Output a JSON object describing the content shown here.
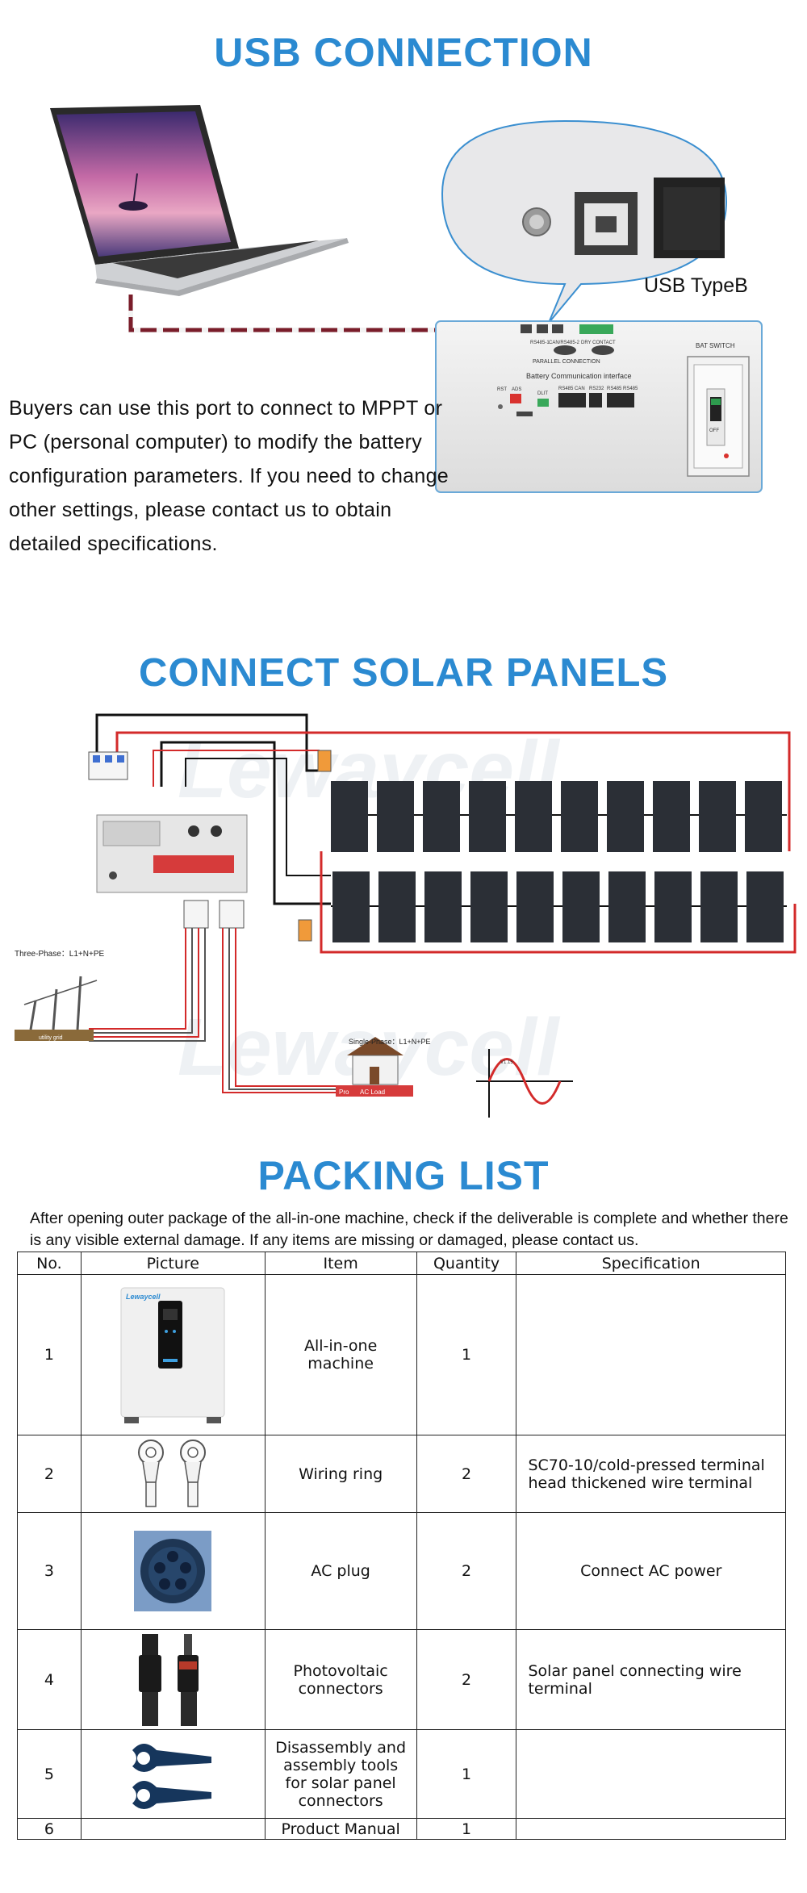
{
  "usb": {
    "title": "USB CONNECTION",
    "port_label": "USB TypeB",
    "description": "Buyers can use this port to connect to MPPT or PC (personal computer) to modify the battery configuration parameters. If you need to change other settings, please contact us to obtain detailed specifications.",
    "panel": {
      "bat_switch": "BAT SWITCH",
      "parallel_connection": "PARALLEL CONNECTION",
      "interface_title": "Battery  Communication interface",
      "port_labels": [
        "RS485-1",
        "CAN/RS485-2",
        "DRY CONTACT"
      ],
      "lower_labels": [
        "RST",
        "ADS",
        "DLIT",
        "RS485  CAN",
        "RS232",
        "RS485 RS485"
      ],
      "switch_state": "OFF"
    }
  },
  "solar": {
    "title": "CONNECT SOLAR PANELS",
    "three_phase": "Three-Phase：L1+N+PE",
    "single_phase": "Single-Phase：L1+N+PE",
    "utility_grid": "utility grid",
    "ac_load": "AC Load",
    "pro_label": "Pro",
    "wave_label": "V1.15",
    "watermark": "Lewaycell"
  },
  "packing": {
    "title": "PACKING LIST",
    "intro": "After opening outer package of the all-in-one machine, check if the deliverable is complete and whether there is any visible external damage. If any items are missing or damaged, please contact us.",
    "headers": [
      "No.",
      "Picture",
      "Item",
      "Quantity",
      "Specification"
    ],
    "brand_on_machine": "Lewaycell",
    "rows": [
      {
        "no": "1",
        "item": "All-in-one machine",
        "qty": "1",
        "spec": ""
      },
      {
        "no": "2",
        "item": "Wiring ring",
        "qty": "2",
        "spec": "SC70-10/cold-pressed terminal head thickened wire terminal"
      },
      {
        "no": "3",
        "item": "AC plug",
        "qty": "2",
        "spec": "Connect AC power"
      },
      {
        "no": "4",
        "item": "Photovoltaic connectors",
        "qty": "2",
        "spec": "Solar panel connecting wire terminal"
      },
      {
        "no": "5",
        "item": "Disassembly and assembly tools for solar panel connectors",
        "qty": "1",
        "spec": ""
      },
      {
        "no": "6",
        "item": "Product Manual",
        "qty": "1",
        "spec": ""
      }
    ]
  }
}
